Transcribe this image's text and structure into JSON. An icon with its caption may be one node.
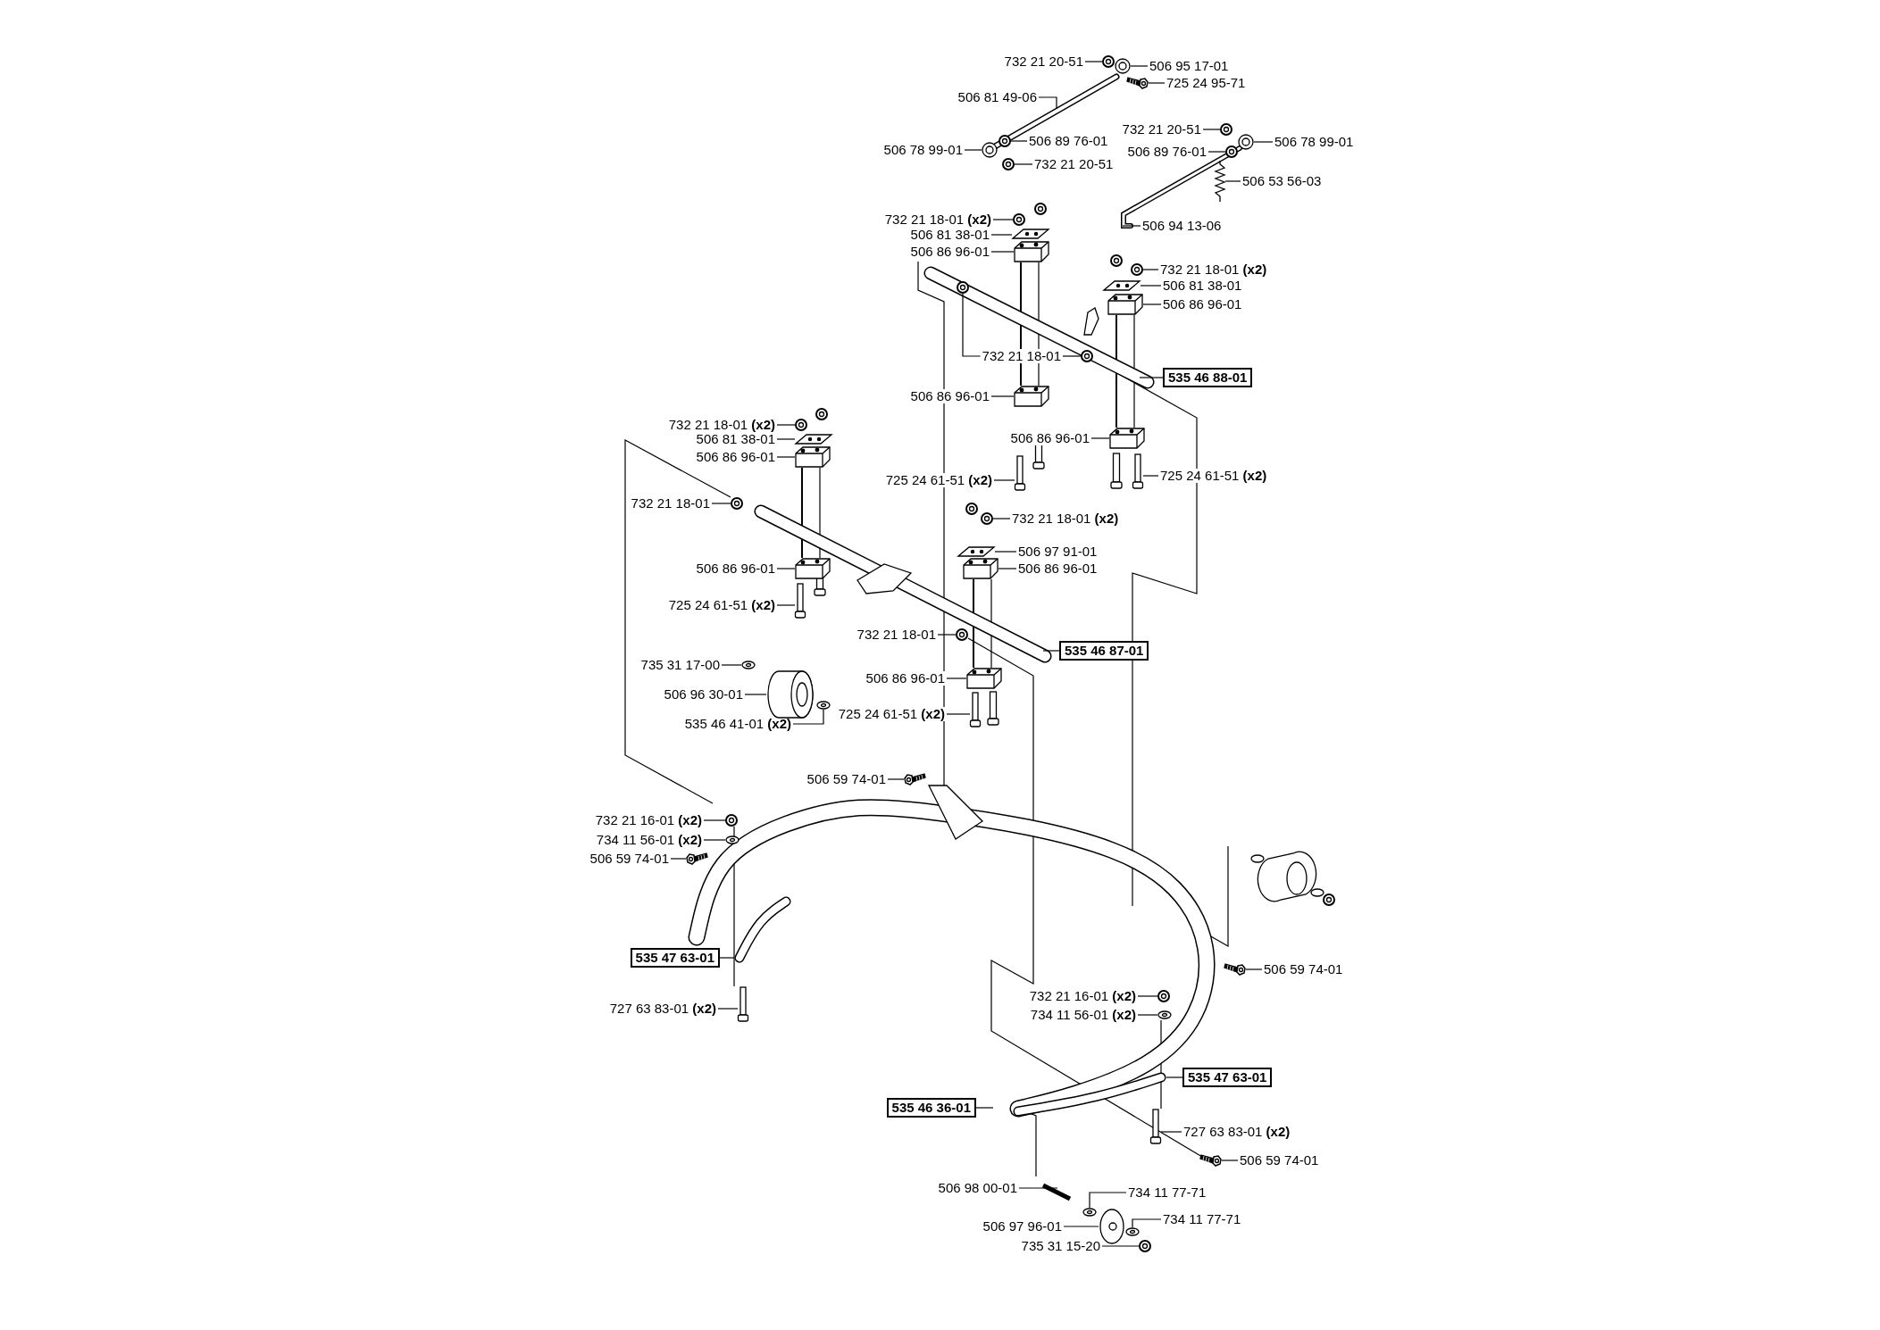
{
  "diagram": {
    "nodes": [
      {
        "text": [
          "732 21 20-51"
        ]
      },
      {
        "text": [
          "506 95 17-01"
        ]
      },
      {
        "text": [
          "506 81 49-06"
        ]
      },
      {
        "text": [
          "725 24 95-71"
        ]
      },
      {
        "text": [
          "732 21 20-51"
        ]
      },
      {
        "text": [
          "506 78 99-01"
        ]
      },
      {
        "text": [
          "506 89 76-01"
        ]
      },
      {
        "text": [
          "506 78 99-01"
        ]
      },
      {
        "text": [
          "506 89 76-01"
        ]
      },
      {
        "text": [
          "732 21 20-51"
        ]
      },
      {
        "text": [
          "506 53 56-03"
        ]
      },
      {
        "text": [
          "732 21 18-01 **(x2)**"
        ]
      },
      {
        "text": [
          "506 94 13-06"
        ]
      },
      {
        "text": [
          "506 81 38-01"
        ]
      },
      {
        "text": [
          "506 86 96-01"
        ]
      },
      {
        "text": [
          "732 21 18-01 **(x2)**"
        ]
      },
      {
        "text": [
          "506 81 38-01"
        ]
      },
      {
        "text": [
          "506 86 96-01"
        ]
      },
      {
        "text": [
          "732 21 18-01"
        ]
      },
      {
        "text": [
          "535 46 88-01"
        ]
      },
      {
        "text": [
          "506 86 96-01"
        ]
      },
      {
        "text": [
          "732 21 18-01 **(x2)**"
        ]
      },
      {
        "text": [
          "506 86 96-01"
        ]
      },
      {
        "text": [
          "506 81 38-01"
        ]
      },
      {
        "text": [
          "506 86 96-01"
        ]
      },
      {
        "text": [
          "725 24 61-51 **(x2)**"
        ]
      },
      {
        "text": [
          "725 24 61-51 **(x2)**"
        ]
      },
      {
        "text": [
          "732 21 18-01"
        ]
      },
      {
        "text": [
          "732 21 18-01 **(x2)**"
        ]
      },
      {
        "text": [
          "506 97 91-01"
        ]
      },
      {
        "text": [
          "506 86 96-01"
        ]
      },
      {
        "text": [
          "506 86 96-01"
        ]
      },
      {
        "text": [
          "725 24 61-51 **(x2)**"
        ]
      },
      {
        "text": [
          "732 21 18-01"
        ]
      },
      {
        "text": [
          "535 46 87-01"
        ]
      },
      {
        "text": [
          "735 31 17-00"
        ]
      },
      {
        "text": [
          "506 86 96-01"
        ]
      },
      {
        "text": [
          "506 96 30-01"
        ]
      },
      {
        "text": [
          "725 24 61-51 **(x2)**"
        ]
      },
      {
        "text": [
          "535 46 41-01 **(x2)**"
        ]
      },
      {
        "text": [
          "506 59 74-01"
        ]
      },
      {
        "text": [
          "732 21 16-01 **(x2)**"
        ]
      },
      {
        "text": [
          "734 11 56-01 **(x2)**"
        ]
      },
      {
        "text": [
          "506 59 74-01"
        ]
      },
      {
        "text": [
          "535 47 63-01"
        ]
      },
      {
        "text": [
          "506 59 74-01"
        ]
      },
      {
        "text": [
          "732 21 16-01 **(x2)**"
        ]
      },
      {
        "text": [
          "727 63 83-01 **(x2)**"
        ]
      },
      {
        "text": [
          "734 11 56-01 **(x2)**"
        ]
      },
      {
        "text": [
          "535 47 63-01"
        ]
      },
      {
        "text": [
          "535 46 36-01"
        ]
      },
      {
        "text": [
          "727 63 83-01 **(x2)**"
        ]
      },
      {
        "text": [
          "506 59 74-01"
        ]
      },
      {
        "text": [
          "506 98 00-01"
        ]
      },
      {
        "text": [
          "734 11 77-71"
        ]
      },
      {
        "text": [
          "506 97 96-01"
        ]
      },
      {
        "text": [
          "734 11 77-71"
        ]
      },
      {
        "text": [
          "735 31 15-20"
        ]
      },
      {
        "text": [],
        "shape": "picture"
      },
      {
        "text": [],
        "shape": "picture"
      },
      {
        "text": [],
        "shape": "picture"
      },
      {
        "text": [],
        "shape": "picture"
      },
      {
        "text": [],
        "shape": "picture"
      },
      {
        "text": [],
        "shape": "picture"
      },
      {
        "text": [],
        "shape": "picture"
      },
      {
        "text": [],
        "shape": "picture"
      },
      {
        "text": [],
        "shape": "picture"
      },
      {
        "text": [],
        "shape": "picture"
      },
      {
        "text": [],
        "shape": "picture"
      },
      {
        "text": [],
        "shape": "picture"
      },
      {
        "text": [],
        "shape": "picture"
      },
      {
        "text": [],
        "shape": "picture"
      },
      {
        "text": [],
        "shape": "picture"
      },
      {
        "text": [],
        "shape": "picture"
      },
      {
        "text": [],
        "shape": "picture"
      },
      {
        "text": [],
        "shape": "picture"
      },
      {
        "text": [],
        "shape": "picture"
      },
      {
        "text": [],
        "shape": "picture"
      },
      {
        "text": [],
        "shape": "picture"
      },
      {
        "text": [],
        "shape": "picture"
      },
      {
        "text": [],
        "shape": "picture"
      },
      {
        "text": [],
        "shape": "picture"
      },
      {
        "text": [],
        "shape": "picture"
      },
      {
        "text": [],
        "shape": "picture"
      },
      {
        "text": [],
        "shape": "picture"
      },
      {
        "text": [],
        "shape": "picture"
      },
      {
        "text": [],
        "shape": "picture"
      },
      {
        "text": [],
        "shape": "picture"
      },
      {
        "text": [],
        "shape": "picture"
      },
      {
        "text": [],
        "shape": "picture"
      },
      {
        "text": [],
        "shape": "picture"
      },
      {
        "text": [],
        "shape": "picture"
      },
      {
        "text": [],
        "shape": "picture"
      },
      {
        "text": [],
        "shape": "picture"
      },
      {
        "text": [],
        "shape": "picture"
      },
      {
        "text": [],
        "shape": "picture"
      },
      {
        "text": [],
        "shape": "picture"
      },
      {
        "text": [],
        "shape": "picture"
      },
      {
        "text": [],
        "shape": "picture"
      },
      {
        "text": [],
        "shape": "picture"
      },
      {
        "text": [],
        "shape": "picture"
      },
      {
        "text": [],
        "shape": "picture"
      },
      {
        "text": [],
        "shape": "picture"
      },
      {
        "text": [],
        "shape": "picture"
      },
      {
        "text": [],
        "shape": "picture"
      },
      {
        "text": [],
        "shape": "picture"
      },
      {
        "text": [],
        "shape": "picture"
      },
      {
        "text": [],
        "shape": "picture"
      },
      {
        "text": [],
        "shape": "picture"
      },
      {
        "text": [],
        "shape": "picture"
      },
      {
        "text": [],
        "shape": "picture"
      }
    ],
    "edges": [
      {
        "from": 0,
        "to": 58,
        "arrow": "none"
      },
      {
        "from": 1,
        "to": 59,
        "arrow": "none"
      },
      {
        "from": 2,
        "to": null,
        "arrow": "none"
      },
      {
        "from": 3,
        "to": 60,
        "arrow": "none"
      },
      {
        "from": 4,
        "to": 61,
        "arrow": "none"
      },
      {
        "from": 5,
        "to": 62,
        "arrow": "none"
      },
      {
        "from": 6,
        "to": 63,
        "arrow": "none"
      },
      {
        "from": 7,
        "to": 64,
        "arrow": "none"
      },
      {
        "from": 8,
        "to": 65,
        "arrow": "none"
      },
      {
        "from": 9,
        "to": 66,
        "arrow": "none"
      },
      {
        "from": 10,
        "to": 67,
        "arrow": "none"
      },
      {
        "from": 11,
        "to": 68,
        "arrow": "none"
      },
      {
        "from": 12,
        "to": null,
        "arrow": "none"
      },
      {
        "from": 13,
        "to": 69,
        "arrow": "none"
      },
      {
        "from": 14,
        "to": 70,
        "arrow": "none"
      },
      {
        "from": 15,
        "to": 71,
        "arrow": "none"
      },
      {
        "from": 16,
        "to": 72,
        "arrow": "none"
      },
      {
        "from": 17,
        "to": 73,
        "arrow": "none"
      },
      {
        "from": 18,
        "to": 74,
        "arrow": "none"
      },
      {
        "from": 19,
        "to": null,
        "arrow": "none"
      },
      {
        "from": 20,
        "to": 75,
        "arrow": "none"
      },
      {
        "from": 21,
        "to": 76,
        "arrow": "none"
      },
      {
        "from": 22,
        "to": 77,
        "arrow": "none"
      },
      {
        "from": 23,
        "to": 78,
        "arrow": "none"
      },
      {
        "from": 24,
        "to": 79,
        "arrow": "none"
      },
      {
        "from": 25,
        "to": 80,
        "arrow": "none"
      },
      {
        "from": 26,
        "to": 81,
        "arrow": "none"
      },
      {
        "from": 27,
        "to": 82,
        "arrow": "none"
      },
      {
        "from": 28,
        "to": 83,
        "arrow": "none"
      },
      {
        "from": 29,
        "to": 84,
        "arrow": "none"
      },
      {
        "from": 30,
        "to": 85,
        "arrow": "none"
      },
      {
        "from": 31,
        "to": 86,
        "arrow": "none"
      },
      {
        "from": 32,
        "to": 87,
        "arrow": "none"
      },
      {
        "from": 33,
        "to": 88,
        "arrow": "none"
      },
      {
        "from": 34,
        "to": null,
        "arrow": "none"
      },
      {
        "from": 35,
        "to": 89,
        "arrow": "none"
      },
      {
        "from": 36,
        "to": 90,
        "arrow": "none"
      },
      {
        "from": 37,
        "to": 91,
        "arrow": "none"
      },
      {
        "from": 38,
        "to": 92,
        "arrow": "none"
      },
      {
        "from": 39,
        "to": 93,
        "arrow": "none"
      },
      {
        "from": 40,
        "to": 94,
        "arrow": "none"
      },
      {
        "from": 41,
        "to": 95,
        "arrow": "none"
      },
      {
        "from": 42,
        "to": 96,
        "arrow": "none"
      },
      {
        "from": 43,
        "to": 97,
        "arrow": "none"
      },
      {
        "from": 44,
        "to": 109,
        "arrow": "none"
      },
      {
        "from": 45,
        "to": 98,
        "arrow": "none"
      },
      {
        "from": 46,
        "to": 99,
        "arrow": "none"
      },
      {
        "from": 47,
        "to": 100,
        "arrow": "none"
      },
      {
        "from": 48,
        "to": 101,
        "arrow": "none"
      },
      {
        "from": 49,
        "to": 110,
        "arrow": "none"
      },
      {
        "from": 50,
        "to": null,
        "arrow": "none"
      },
      {
        "from": 51,
        "to": 102,
        "arrow": "none"
      },
      {
        "from": 52,
        "to": 103,
        "arrow": "none"
      },
      {
        "from": 53,
        "to": null,
        "arrow": "none"
      },
      {
        "from": 54,
        "to": 104,
        "arrow": "none"
      },
      {
        "from": 55,
        "to": 105,
        "arrow": "none"
      },
      {
        "from": 56,
        "to": 106,
        "arrow": "none"
      },
      {
        "from": 57,
        "to": 107,
        "arrow": "none"
      },
      {
        "from": 18,
        "to": 108,
        "arrow": "none"
      }
    ]
  }
}
